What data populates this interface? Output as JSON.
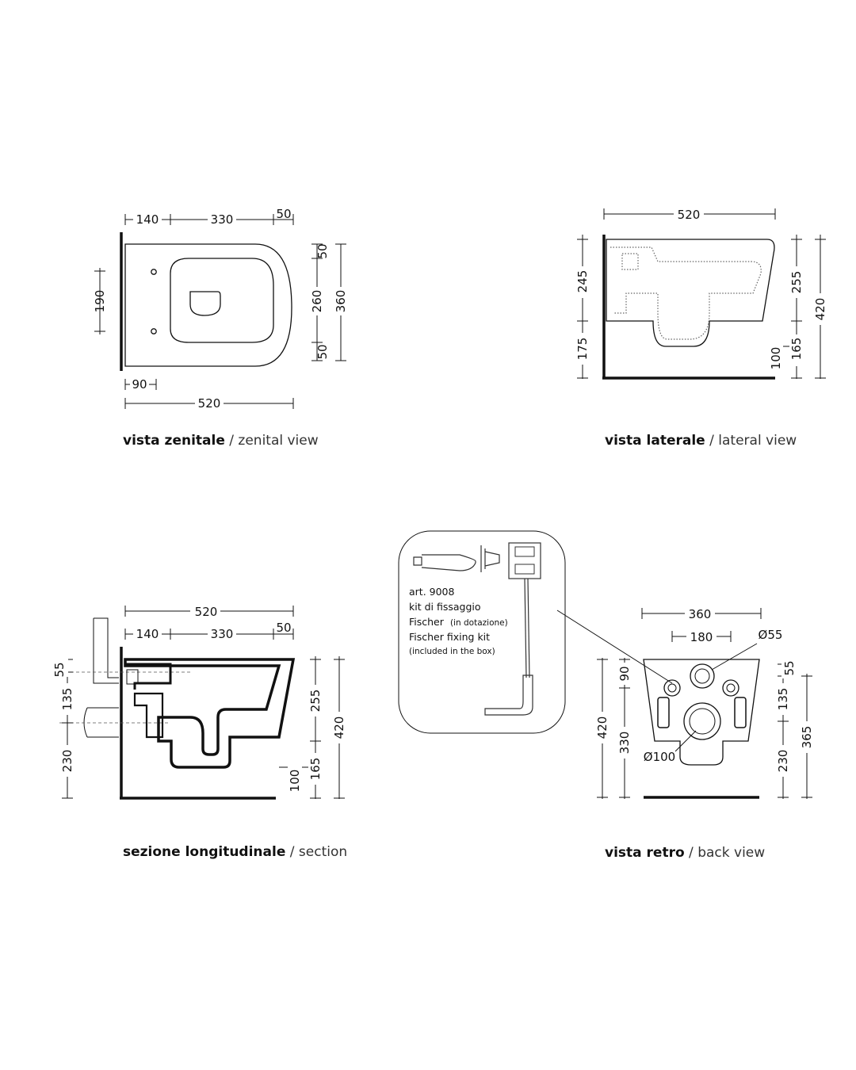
{
  "views": {
    "zenital": {
      "dims": {
        "top_a": "140",
        "top_b": "330",
        "top_c": "50",
        "left": "190",
        "bottom_small": "90",
        "bottom": "520",
        "right_a": "50",
        "right_b": "260",
        "right_c": "50",
        "right_total": "360"
      },
      "caption_it": "vista zenitale",
      "caption_sep": " / ",
      "caption_en": "zenital view"
    },
    "lateral": {
      "dims": {
        "top": "520",
        "left_a": "245",
        "left_b": "175",
        "right_a": "255",
        "right_total": "420",
        "right_b": "100",
        "right_c": "165"
      },
      "caption_it": "vista laterale",
      "caption_sep": " / ",
      "caption_en": "lateral view"
    },
    "section": {
      "dims": {
        "top": "520",
        "mid_a": "140",
        "mid_b": "330",
        "mid_c": "50",
        "left_a": "55",
        "left_b": "135",
        "left_c": "230",
        "right_a": "255",
        "right_total": "420",
        "right_b": "100",
        "right_c": "165"
      },
      "caption_it": "sezione longitudinale",
      "caption_sep": " / ",
      "caption_en": "section"
    },
    "back": {
      "dims": {
        "top": "360",
        "mid": "180",
        "dia_small": "Ø55",
        "left_a": "90",
        "left_total": "420",
        "left_b": "330",
        "dia_big": "Ø100",
        "right_a": "55",
        "right_b": "135",
        "right_c": "230",
        "right_total": "365"
      },
      "caption_it": "vista retro",
      "caption_sep": " / ",
      "caption_en": "back view"
    }
  },
  "kit": {
    "line1": "art. 9008",
    "line2": "kit di fissaggio",
    "line3_a": "Fischer",
    "line3_b": "(in dotazione)",
    "line4": "Fischer fixing kit",
    "line5": "(included in the box)"
  }
}
